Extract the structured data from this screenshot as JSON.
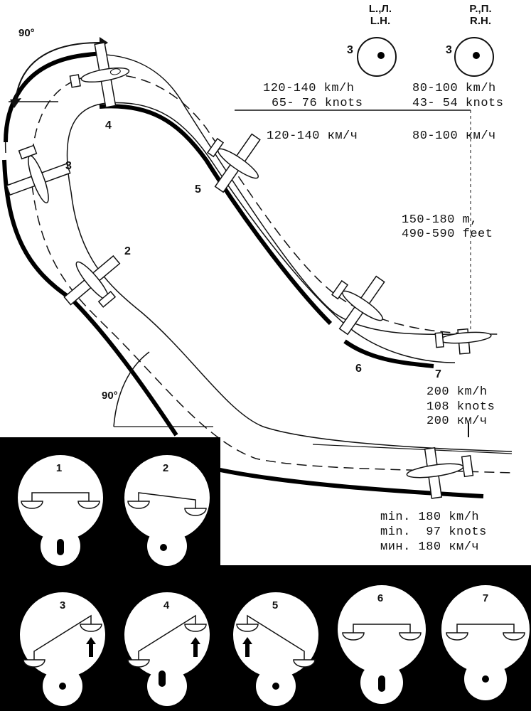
{
  "headers": {
    "left": {
      "line1": "L.,Л.",
      "line2": "L.H.",
      "count": "3"
    },
    "right": {
      "line1": "P.,П.",
      "line2": "R.H.",
      "count": "3"
    }
  },
  "angles": {
    "top": "90°",
    "bottom": "90°"
  },
  "positions": [
    "2",
    "3",
    "4",
    "5",
    "6",
    "7"
  ],
  "speeds": {
    "left_kmh": "120-140 km/h",
    "left_knots": "65- 76 knots",
    "left_kmh_ru": "120-140 км/ч",
    "right_kmh": "80-100 km/h",
    "right_knots": "43- 54 knots",
    "right_kmh_ru": "80-100 км/ч",
    "altitude_m": "150-180 m,",
    "altitude_ft": "490-590 feet",
    "final_kmh": "200 km/h",
    "final_knots": "108 knots",
    "final_kmh_ru": "200 км/ч",
    "min_kmh": "min. 180 km/h",
    "min_knots": "min.  97 knots",
    "min_kmh_ru": "мин. 180 км/ч"
  },
  "indicators": [
    {
      "label": "1",
      "bank": "level",
      "ball": "center-low"
    },
    {
      "label": "2",
      "bank": "slight-right",
      "ball": "left-slight"
    },
    {
      "label": "3",
      "bank": "right",
      "ball": "center"
    },
    {
      "label": "4",
      "bank": "right",
      "ball": "left-slip"
    },
    {
      "label": "5",
      "bank": "left",
      "ball": "center"
    },
    {
      "label": "6",
      "bank": "level",
      "ball": "center-low"
    },
    {
      "label": "7",
      "bank": "level",
      "ball": "center"
    }
  ]
}
